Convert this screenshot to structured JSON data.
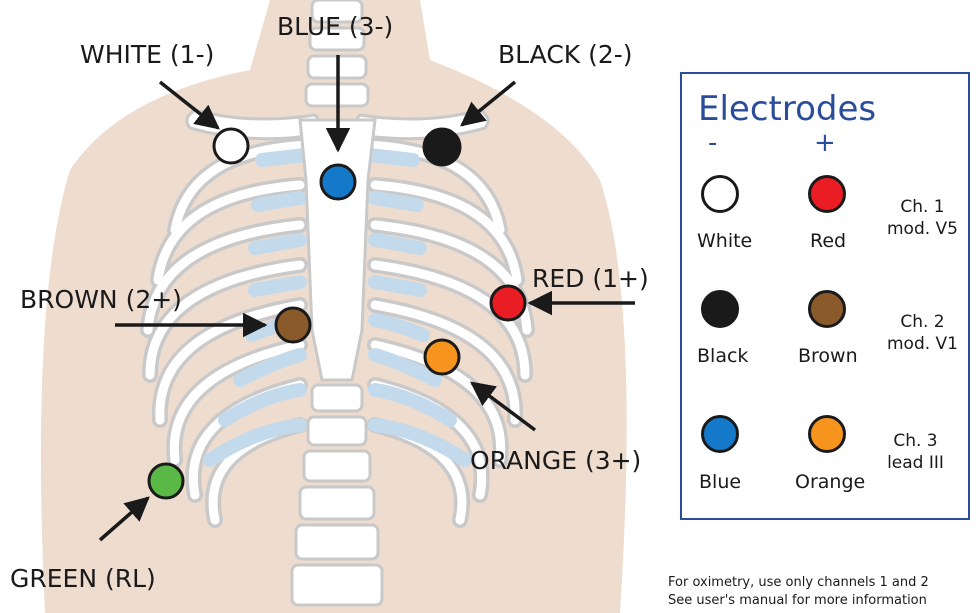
{
  "electrode_labels": {
    "white": "WHITE (1-)",
    "blue": "BLUE (3-)",
    "black": "BLACK (2-)",
    "brown": "BROWN (2+)",
    "red": "RED (1+)",
    "orange": "ORANGE (3+)",
    "green": "GREEN (RL)"
  },
  "legend": {
    "title": "Electrodes",
    "minus": "-",
    "plus": "+",
    "rows": [
      {
        "neg": "White",
        "pos": "Red",
        "channel": "Ch. 1",
        "lead": "mod. V5"
      },
      {
        "neg": "Black",
        "pos": "Brown",
        "channel": "Ch. 2",
        "lead": "mod. V1"
      },
      {
        "neg": "Blue",
        "pos": "Orange",
        "channel": "Ch. 3",
        "lead": "lead III"
      }
    ]
  },
  "notes": {
    "line1": "For oximetry, use  only channels 1 and 2",
    "line2": "See user's manual for more information"
  },
  "colors": {
    "white": "#ffffff",
    "black": "#1a1a1a",
    "blue": "#1479c9",
    "red": "#ea1c24",
    "brown": "#8b5a2b",
    "orange": "#f7941d",
    "green": "#5ab946",
    "skin": "#eedccf",
    "cartilage": "#c3daec",
    "bone_outline": "#c9c9c9",
    "legend_accent": "#2a4d9b"
  }
}
